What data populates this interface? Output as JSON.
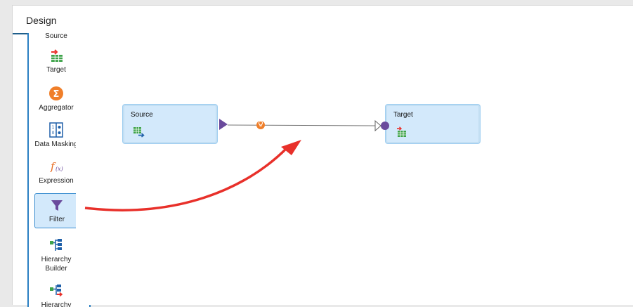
{
  "panel": {
    "title": "Design"
  },
  "palette": {
    "items": [
      {
        "label": "Source",
        "icon": "source-icon"
      },
      {
        "label": "Target",
        "icon": "target-icon"
      },
      {
        "label": "Aggregator",
        "icon": "aggregator-icon"
      },
      {
        "label": "Data Masking",
        "icon": "data-masking-icon"
      },
      {
        "label": "Expression",
        "icon": "expression-icon"
      },
      {
        "label": "Filter",
        "icon": "filter-icon",
        "selected": true
      },
      {
        "label": "Hierarchy Builder",
        "icon": "hierarchy-builder-icon"
      },
      {
        "label": "Hierarchy",
        "icon": "hierarchy-parser-icon"
      }
    ]
  },
  "canvas": {
    "nodes": [
      {
        "label": "Source",
        "icon": "source-table-icon"
      },
      {
        "label": "Target",
        "icon": "target-table-icon"
      }
    ]
  },
  "colors": {
    "accent": "#2a7fc2",
    "node_fill": "#d3e9fb",
    "arrow": "#e8302a",
    "link_icon": "#f07f2a",
    "port": "#6a4a9c"
  }
}
